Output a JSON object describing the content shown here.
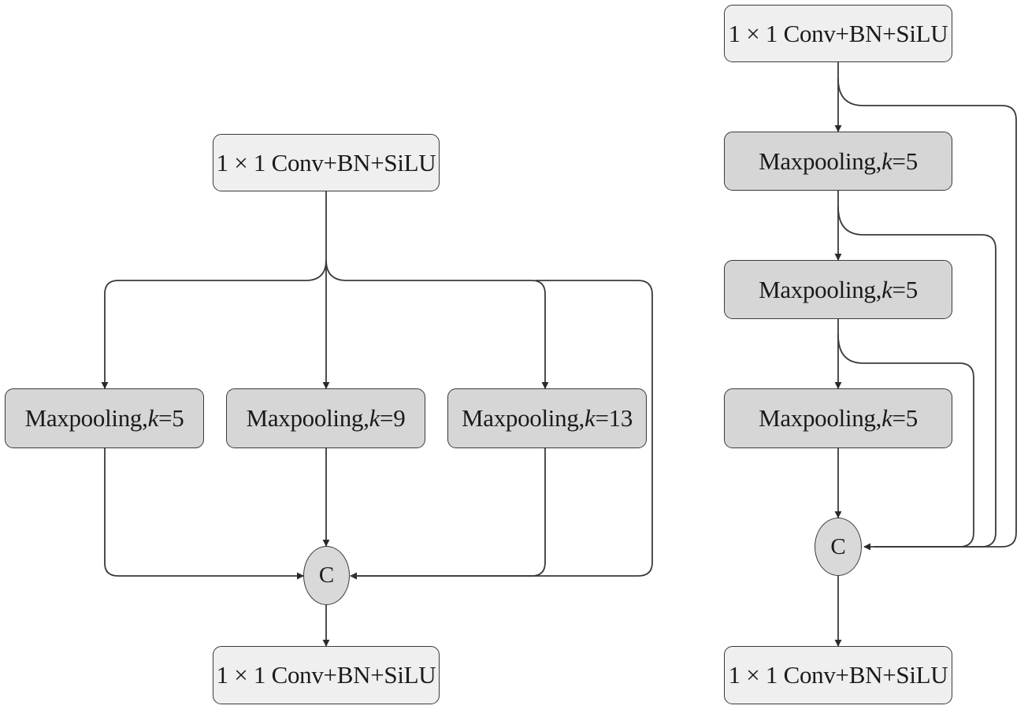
{
  "colors": {
    "conv_fill": "#efefef",
    "pool_fill": "#d6d6d6",
    "concat_fill": "#d9d9d9",
    "stroke": "#3a3a3a"
  },
  "left": {
    "conv_top": "1 × 1 Conv+BN+SiLU",
    "pool_a": {
      "prefix": "Maxpooling,",
      "k": "k",
      "value": "=5"
    },
    "pool_b": {
      "prefix": "Maxpooling,",
      "k": "k",
      "value": "=9"
    },
    "pool_c": {
      "prefix": "Maxpooling,",
      "k": "k",
      "value": "=13"
    },
    "concat": "C",
    "conv_bottom": "1 × 1 Conv+BN+SiLU"
  },
  "right": {
    "conv_top": "1 × 1 Conv+BN+SiLU",
    "pool_1": {
      "prefix": "Maxpooling,",
      "k": "k",
      "value": "=5"
    },
    "pool_2": {
      "prefix": "Maxpooling,",
      "k": "k",
      "value": "=5"
    },
    "pool_3": {
      "prefix": "Maxpooling,",
      "k": "k",
      "value": "=5"
    },
    "concat": "C",
    "conv_bottom": "1 × 1 Conv+BN+SiLU"
  }
}
